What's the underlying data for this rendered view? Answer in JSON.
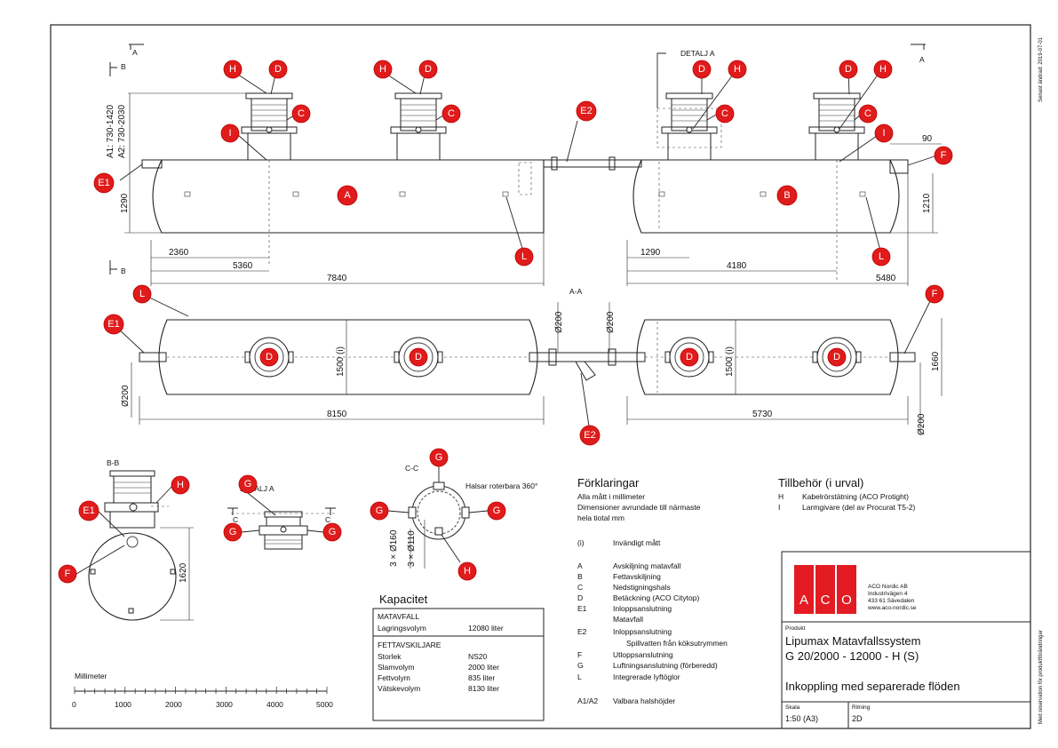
{
  "sheet": {
    "side_date": "Senast ändrad: 2019-07-01",
    "side_reservation": "Med reservation för produktförändringar"
  },
  "section_marks": {
    "A": "A",
    "B": "B",
    "AA": "A-A",
    "BB": "B-B",
    "CC": "C-C",
    "C": "C"
  },
  "labels": {
    "detalj_a": "DETALJ A",
    "a_heights": "A1: 730-1420",
    "a_heights2": "A2: 730-2030",
    "rotatable": "Halsar roterbara 360°"
  },
  "badges": {
    "A": "A",
    "B": "B",
    "C": "C",
    "D": "D",
    "E1": "E1",
    "E2": "E2",
    "F": "F",
    "G": "G",
    "H": "H",
    "I": "I",
    "L": "L"
  },
  "dimensions": {
    "d1290": "1290",
    "d90": "90",
    "d1210": "1210",
    "d2360": "2360",
    "d5360": "5360",
    "d7840": "7840",
    "d1290b": "1290",
    "d4180": "4180",
    "d5480": "5480",
    "d200": "Ø200",
    "d1500": "1500 (i)",
    "d1660": "1660",
    "d8150": "8150",
    "d5730": "5730",
    "d1620": "1620",
    "d160": "3 × Ø160",
    "d110": "3 × Ø110"
  },
  "scale_bar": {
    "title": "Millimeter",
    "ticks": [
      "0",
      "1000",
      "2000",
      "3000",
      "4000",
      "5000"
    ]
  },
  "capacity": {
    "title": "Kapacitet",
    "group1": "MATAVFALL",
    "rows1": [
      {
        "k": "Lagringsvolym",
        "v": "12080 liter"
      }
    ],
    "group2": "FETTAVSKILJARE",
    "rows2": [
      {
        "k": "Storlek",
        "v": "NS20"
      },
      {
        "k": "Slamvolym",
        "v": "2000 liter"
      },
      {
        "k": "Fettvolym",
        "v": "835 liter"
      },
      {
        "k": "Vätskevolym",
        "v": "8130 liter"
      }
    ]
  },
  "legend": {
    "title": "Förklaringar",
    "intro": [
      "Alla mått i millimeter",
      "Dimensioner avrundade till närmaste",
      "hela tiotal mm"
    ],
    "items": [
      {
        "k": "(i)",
        "v": "Invändigt mått"
      },
      {
        "k": "A",
        "v": "Avskiljning matavfall"
      },
      {
        "k": "B",
        "v": "Fettavskiljning"
      },
      {
        "k": "C",
        "v": "Nedstigningshals"
      },
      {
        "k": "D",
        "v": "Betäckning (ACO Citytop)"
      },
      {
        "k": "E1",
        "v": "Inloppsanslutning"
      },
      {
        "k": "",
        "v": "Matavfall"
      },
      {
        "k": "E2",
        "v": "Inloppsanslutning"
      },
      {
        "k": "",
        "v": "Spillvatten från köksutrymmen"
      },
      {
        "k": "F",
        "v": "Utloppsanslutning"
      },
      {
        "k": "G",
        "v": "Luftningsanslutning (förberedd)"
      },
      {
        "k": "L",
        "v": "Integrerade lyftöglor"
      },
      {
        "k": "A1/A2",
        "v": "Valbara halshöjder"
      }
    ]
  },
  "accessories": {
    "title": "Tillbehör (i urval)",
    "items": [
      {
        "k": "H",
        "v": "Kabelrörstätning (ACO Protight)"
      },
      {
        "k": "I",
        "v": "Larmgivare (del av Procurat T5-2)"
      }
    ]
  },
  "title_block": {
    "logo_letters": [
      "A",
      "C",
      "O"
    ],
    "company": [
      "ACO Nordic AB",
      "Industrivägen 4",
      "433 61  Sävedalen",
      "www.aco-nordic.se"
    ],
    "product_label": "Produkt",
    "product_lines": [
      "Lipumax Matavfallssystem",
      "G 20/2000 - 12000 - H (S)"
    ],
    "drawing_title": "Inkoppling med separerade flöden",
    "scale_label": "Skala",
    "scale": "1:50 (A3)",
    "drawing_label": "Ritning",
    "drawing": "2D"
  },
  "colors": {
    "badge": "#e01b1b",
    "logo": "#e31b23",
    "ink": "#222222"
  }
}
